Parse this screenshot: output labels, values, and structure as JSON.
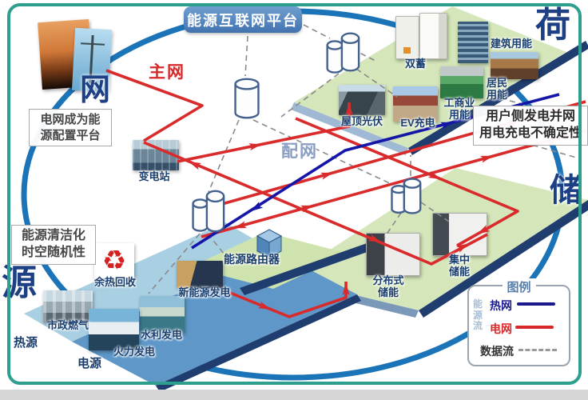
{
  "title": "能源互联网平台",
  "corner_labels": {
    "grid": "网",
    "load": "荷",
    "storage": "储",
    "source": "源"
  },
  "network": {
    "main_grid": "主网",
    "distribution_grid": "配网"
  },
  "notes": {
    "grid": {
      "line1": "电网成为能",
      "line2": "源配置平台"
    },
    "source": {
      "line1": "能源清洁化",
      "line2": "时空随机性"
    },
    "load": {
      "line1": "用户侧发电并网",
      "line2": "用电充电不确定性"
    }
  },
  "nodes": {
    "substation": "变电站",
    "dual_storage": "双蓄",
    "building_energy": "建筑用能",
    "residential_energy": "居民用能",
    "industrial_energy": "工商业用能",
    "rooftop_pv": "屋顶光伏",
    "ev_charging": "EV充电",
    "energy_router": "能源路由器",
    "distributed_storage": "分布式储能",
    "centralized_storage": "集中储能",
    "waste_heat_recovery": "余热回收",
    "municipal_gas": "市政燃气",
    "new_energy_generation": "新能源发电",
    "hydro_power": "水利发电",
    "thermal_power": "火力发电",
    "heat_source": "热源",
    "power_source": "电源"
  },
  "icons": {
    "recycle": "♻"
  },
  "legend": {
    "title": "图例",
    "axis_label": "能源流",
    "items": [
      {
        "label": "热网",
        "color": "#1a1a8c",
        "style": "solid"
      },
      {
        "label": "电网",
        "color": "#d82828",
        "style": "solid"
      },
      {
        "label": "数据流",
        "color": "#888888",
        "style": "dashed"
      }
    ]
  },
  "colors": {
    "frame": "#2e9e8f",
    "ring": "#1c74b8",
    "grid_line": "#d92b2b",
    "heat_line": "#1515a8",
    "data_line": "#8a8a8a",
    "platform_green": "#d5e7ba",
    "platform_lightblue": "#a9cfe3",
    "platform_blue": "#5e97c8",
    "edge_navy": "#1f3d6e",
    "title_bg": "#4273b0"
  }
}
